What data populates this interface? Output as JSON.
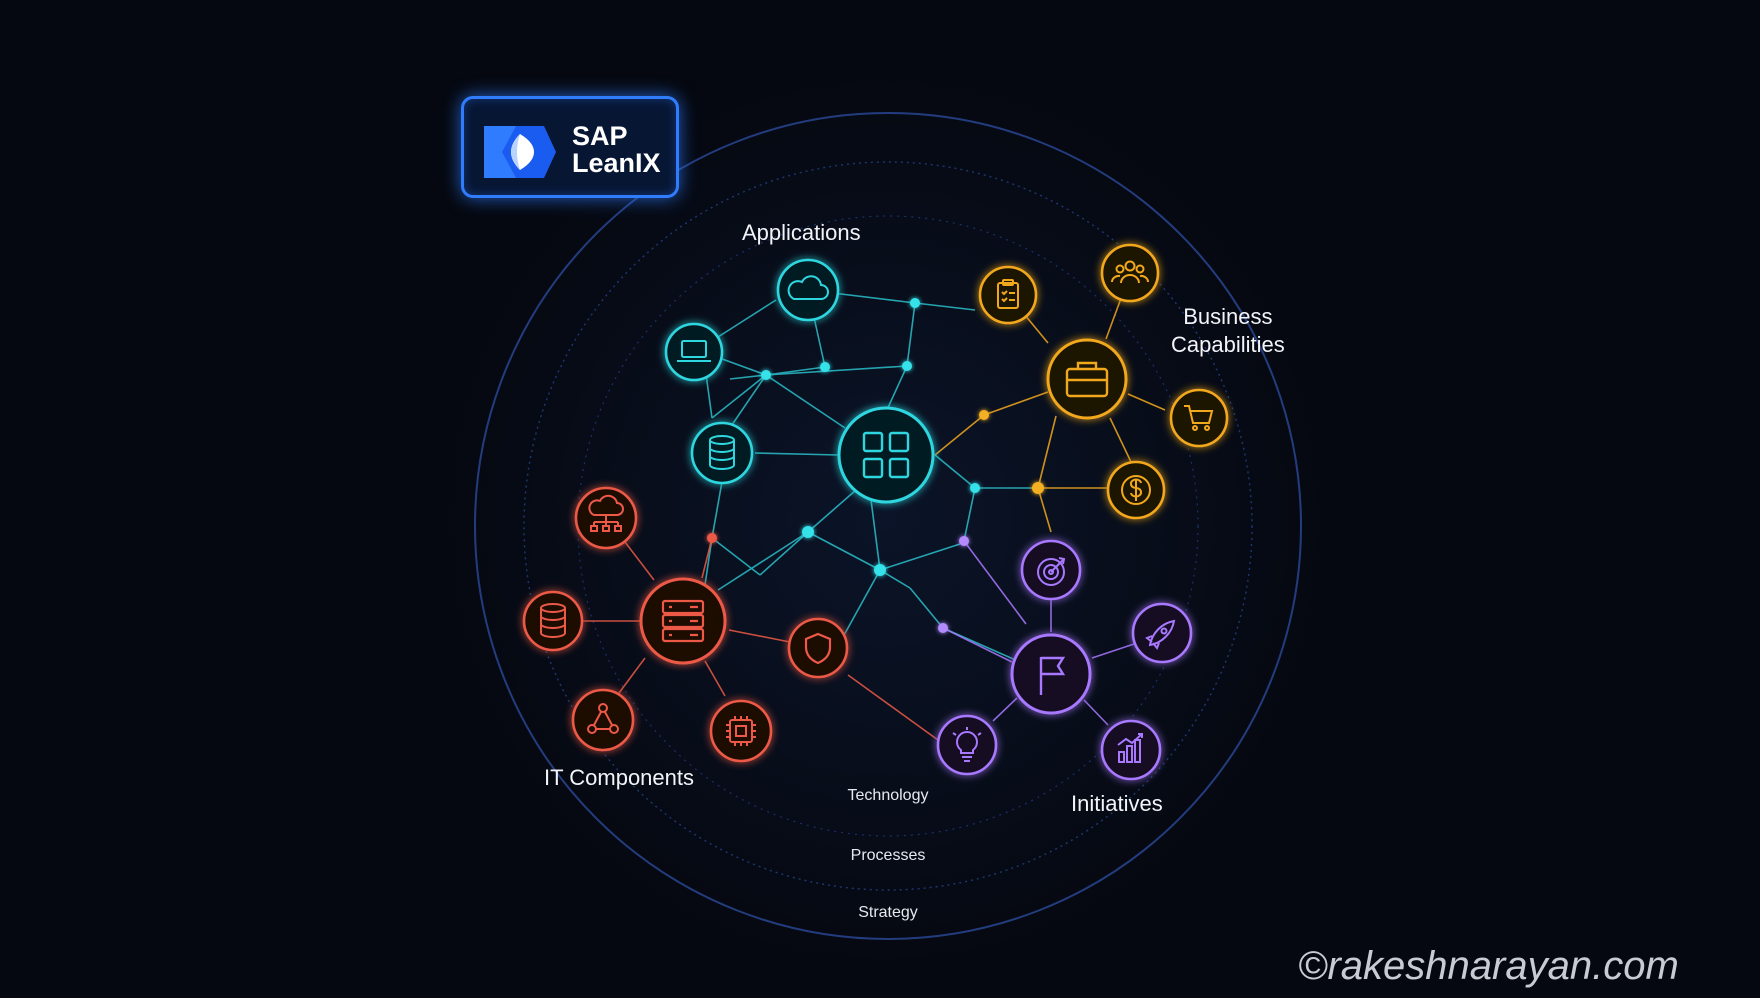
{
  "logo": {
    "line1": "SAP",
    "line2": "LeanIX"
  },
  "categories": {
    "applications": {
      "label": "Applications",
      "color": "#2fd6e0"
    },
    "business": {
      "label_line1": "Business",
      "label_line2": "Capabilities",
      "color": "#f2a81d"
    },
    "it_components": {
      "label": "IT Components",
      "color": "#ec5a46"
    },
    "initiatives": {
      "label": "Initiatives",
      "color": "#a879ff"
    }
  },
  "rings": {
    "technology": "Technology",
    "processes": "Processes",
    "strategy": "Strategy"
  },
  "icons": {
    "applications": [
      "apps-grid-icon",
      "cloud-icon",
      "laptop-icon",
      "database-icon"
    ],
    "business": [
      "briefcase-icon",
      "clipboard-icon",
      "people-icon",
      "cart-icon",
      "dollar-icon"
    ],
    "it_components": [
      "server-icon",
      "cloud-network-icon",
      "database-icon",
      "shield-icon",
      "network-icon",
      "chip-icon"
    ],
    "initiatives": [
      "flag-icon",
      "target-icon",
      "rocket-icon",
      "lightbulb-icon",
      "growth-chart-icon"
    ]
  },
  "watermark": "©rakeshnarayan.com"
}
